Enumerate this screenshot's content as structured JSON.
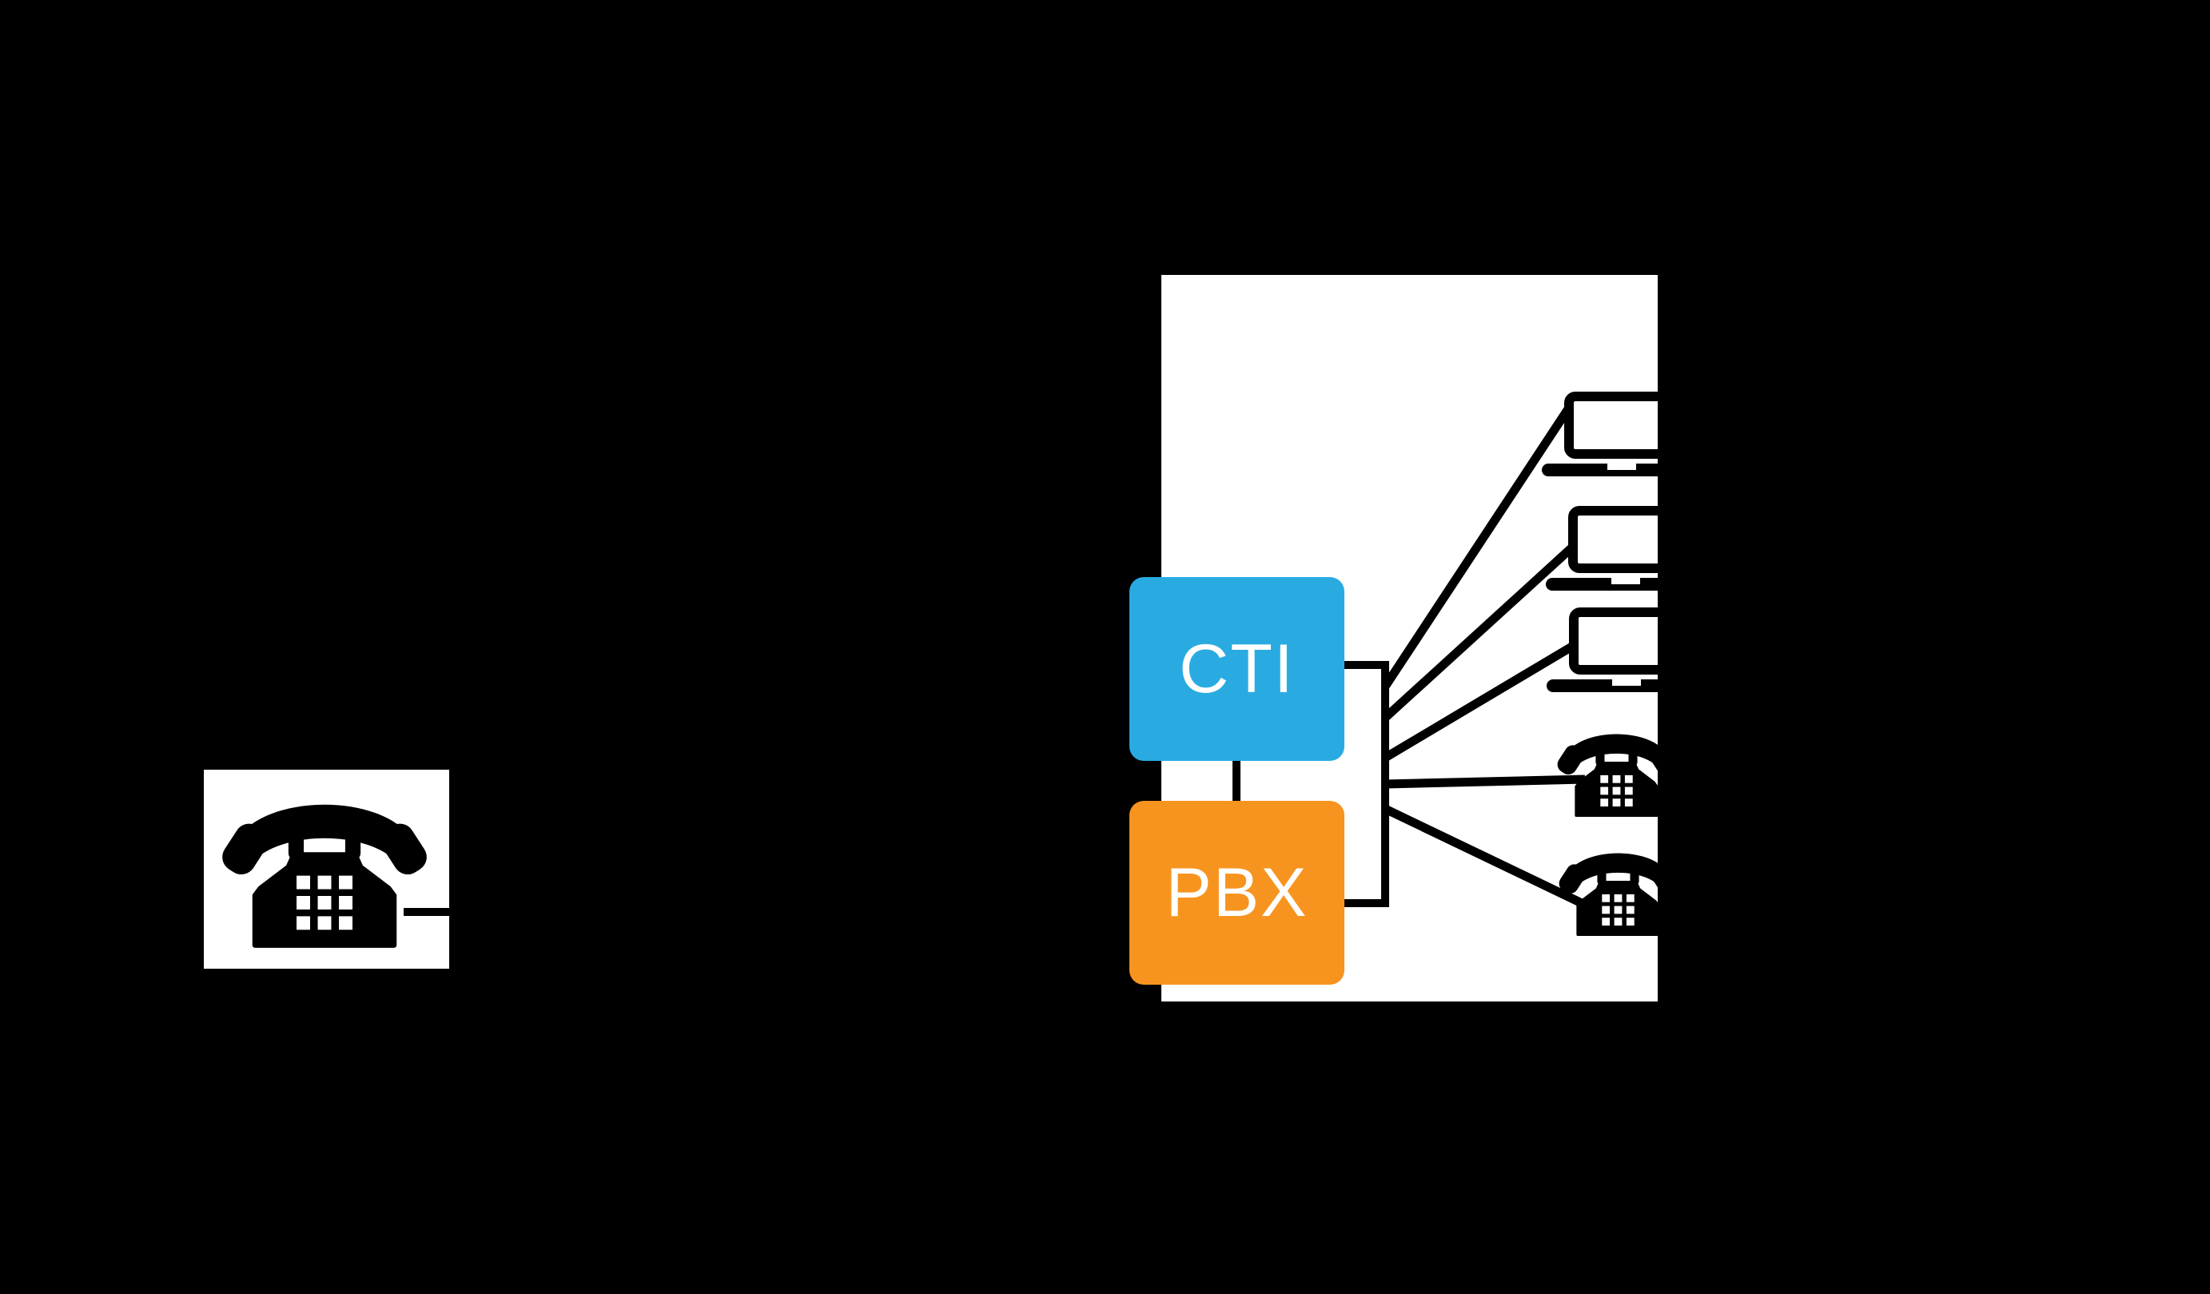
{
  "canvas": {
    "background": "#000000"
  },
  "caller": {
    "icon": "telephone-icon"
  },
  "trunk_line": {
    "color": "#000000"
  },
  "system_panel": {
    "background": "#FFFFFF",
    "wire_color": "#000000",
    "nodes": [
      {
        "id": "cti",
        "label": "CTI",
        "fill": "#29ABE2",
        "text_color": "#FFFFFF"
      },
      {
        "id": "pbx",
        "label": "PBX",
        "fill": "#F7941F",
        "text_color": "#FFFFFF"
      }
    ],
    "devices": [
      {
        "type": "laptop",
        "icon": "laptop-icon"
      },
      {
        "type": "laptop",
        "icon": "laptop-icon"
      },
      {
        "type": "laptop",
        "icon": "laptop-icon"
      },
      {
        "type": "telephone",
        "icon": "telephone-icon"
      },
      {
        "type": "telephone",
        "icon": "telephone-icon"
      }
    ]
  }
}
